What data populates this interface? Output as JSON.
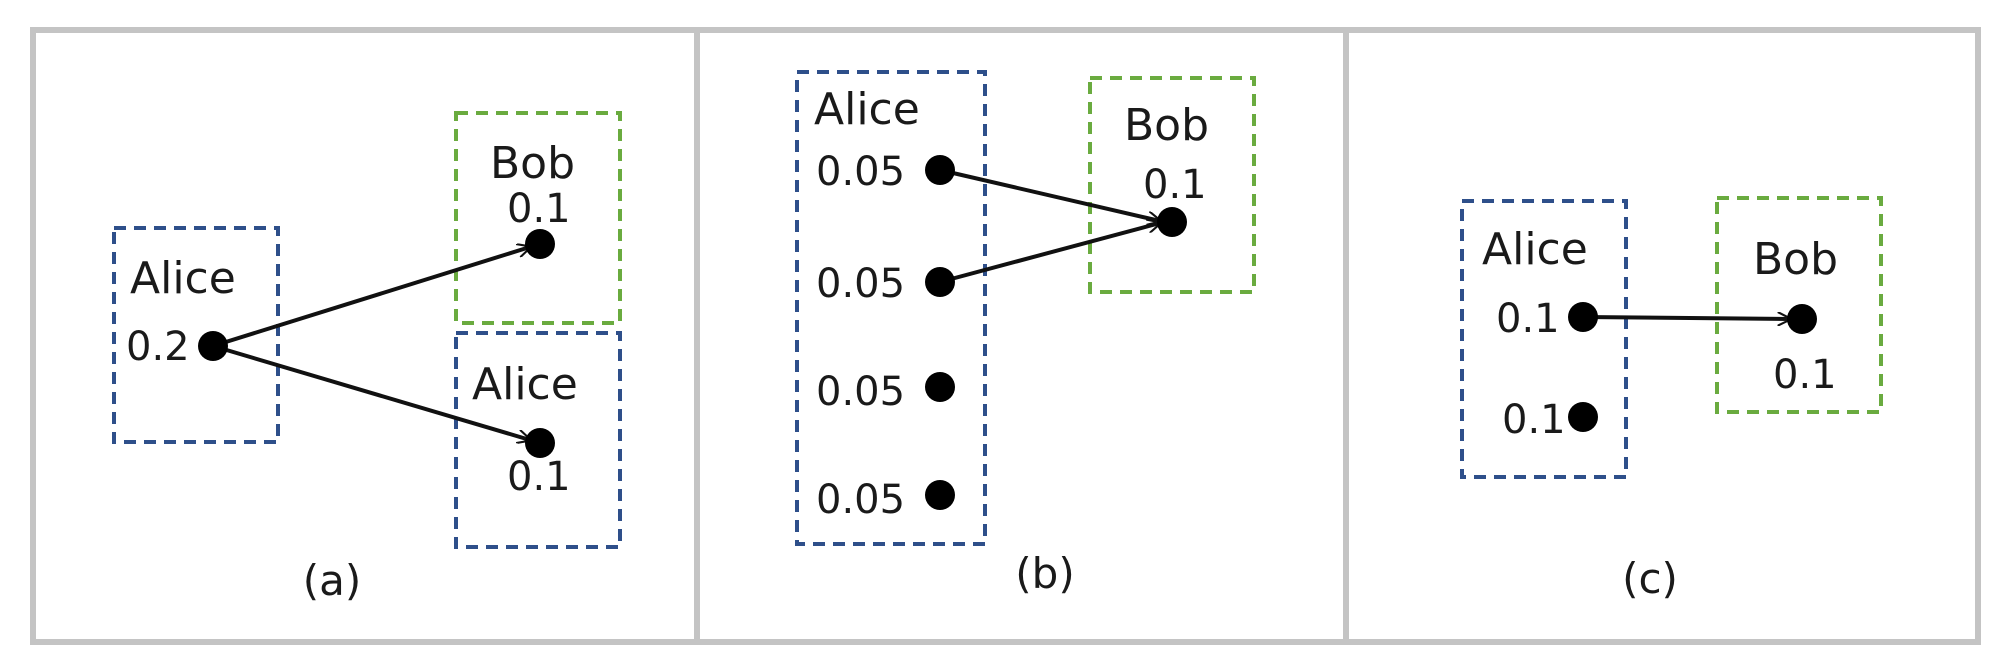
{
  "colors": {
    "alice_box": "#2e4f8a",
    "bob_box": "#6aab3f",
    "frame": "#c4c4c4"
  },
  "panels": [
    {
      "caption": "(a)",
      "alice_box": {
        "label": "Alice",
        "value": "0.2"
      },
      "bob_box": {
        "label": "Bob",
        "value": "0.1"
      },
      "alice_box_2": {
        "label": "Alice",
        "value": "0.1"
      }
    },
    {
      "caption": "(b)",
      "alice_box": {
        "label": "Alice",
        "values": [
          "0.05",
          "0.05",
          "0.05",
          "0.05"
        ]
      },
      "bob_box": {
        "label": "Bob",
        "value": "0.1"
      }
    },
    {
      "caption": "(c)",
      "alice_box": {
        "label": "Alice",
        "values": [
          "0.1",
          "0.1"
        ]
      },
      "bob_box": {
        "label": "Bob",
        "value": "0.1"
      }
    }
  ]
}
